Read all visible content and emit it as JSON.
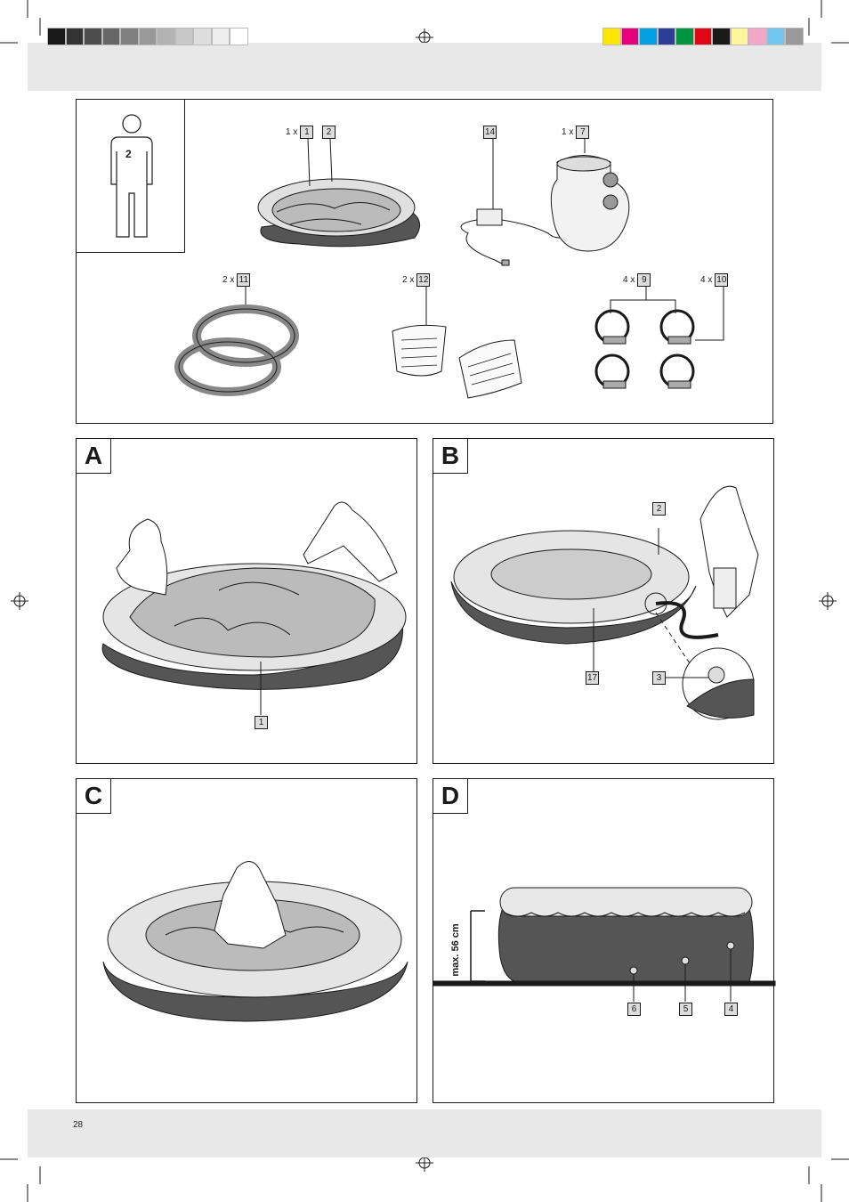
{
  "overview": {
    "persons": "2",
    "labels": [
      {
        "count": "1 x",
        "num": "1"
      },
      {
        "count": "",
        "num": "2"
      },
      {
        "count": "",
        "num": "14"
      },
      {
        "count": "1 x",
        "num": "7"
      },
      {
        "count": "2 x",
        "num": "11"
      },
      {
        "count": "2 x",
        "num": "12"
      },
      {
        "count": "4 x",
        "num": "9"
      },
      {
        "count": "4 x",
        "num": "10"
      }
    ]
  },
  "panels": {
    "a": {
      "letter": "A",
      "labels": [
        "1"
      ]
    },
    "b": {
      "letter": "B",
      "labels": [
        "2",
        "17",
        "3"
      ]
    },
    "c": {
      "letter": "C"
    },
    "d": {
      "letter": "D",
      "labels": [
        "6",
        "5",
        "4"
      ],
      "max_height": "max. 56 cm"
    }
  },
  "footer": {
    "page_number": "28"
  },
  "color_bar": [
    "#ffe600",
    "#e6007e",
    "#00a0e3",
    "#2c3e96",
    "#00963f",
    "#e30613",
    "#1a1a1a",
    "#fff59b",
    "#f4a6c8",
    "#70c6ee",
    "#999999"
  ],
  "gray_bar": [
    "#1a1a1a",
    "#333333",
    "#4d4d4d",
    "#666666",
    "#808080",
    "#999999",
    "#b3b3b3",
    "#c8c8c8",
    "#dddddd",
    "#eeeeee",
    "#ffffff"
  ]
}
